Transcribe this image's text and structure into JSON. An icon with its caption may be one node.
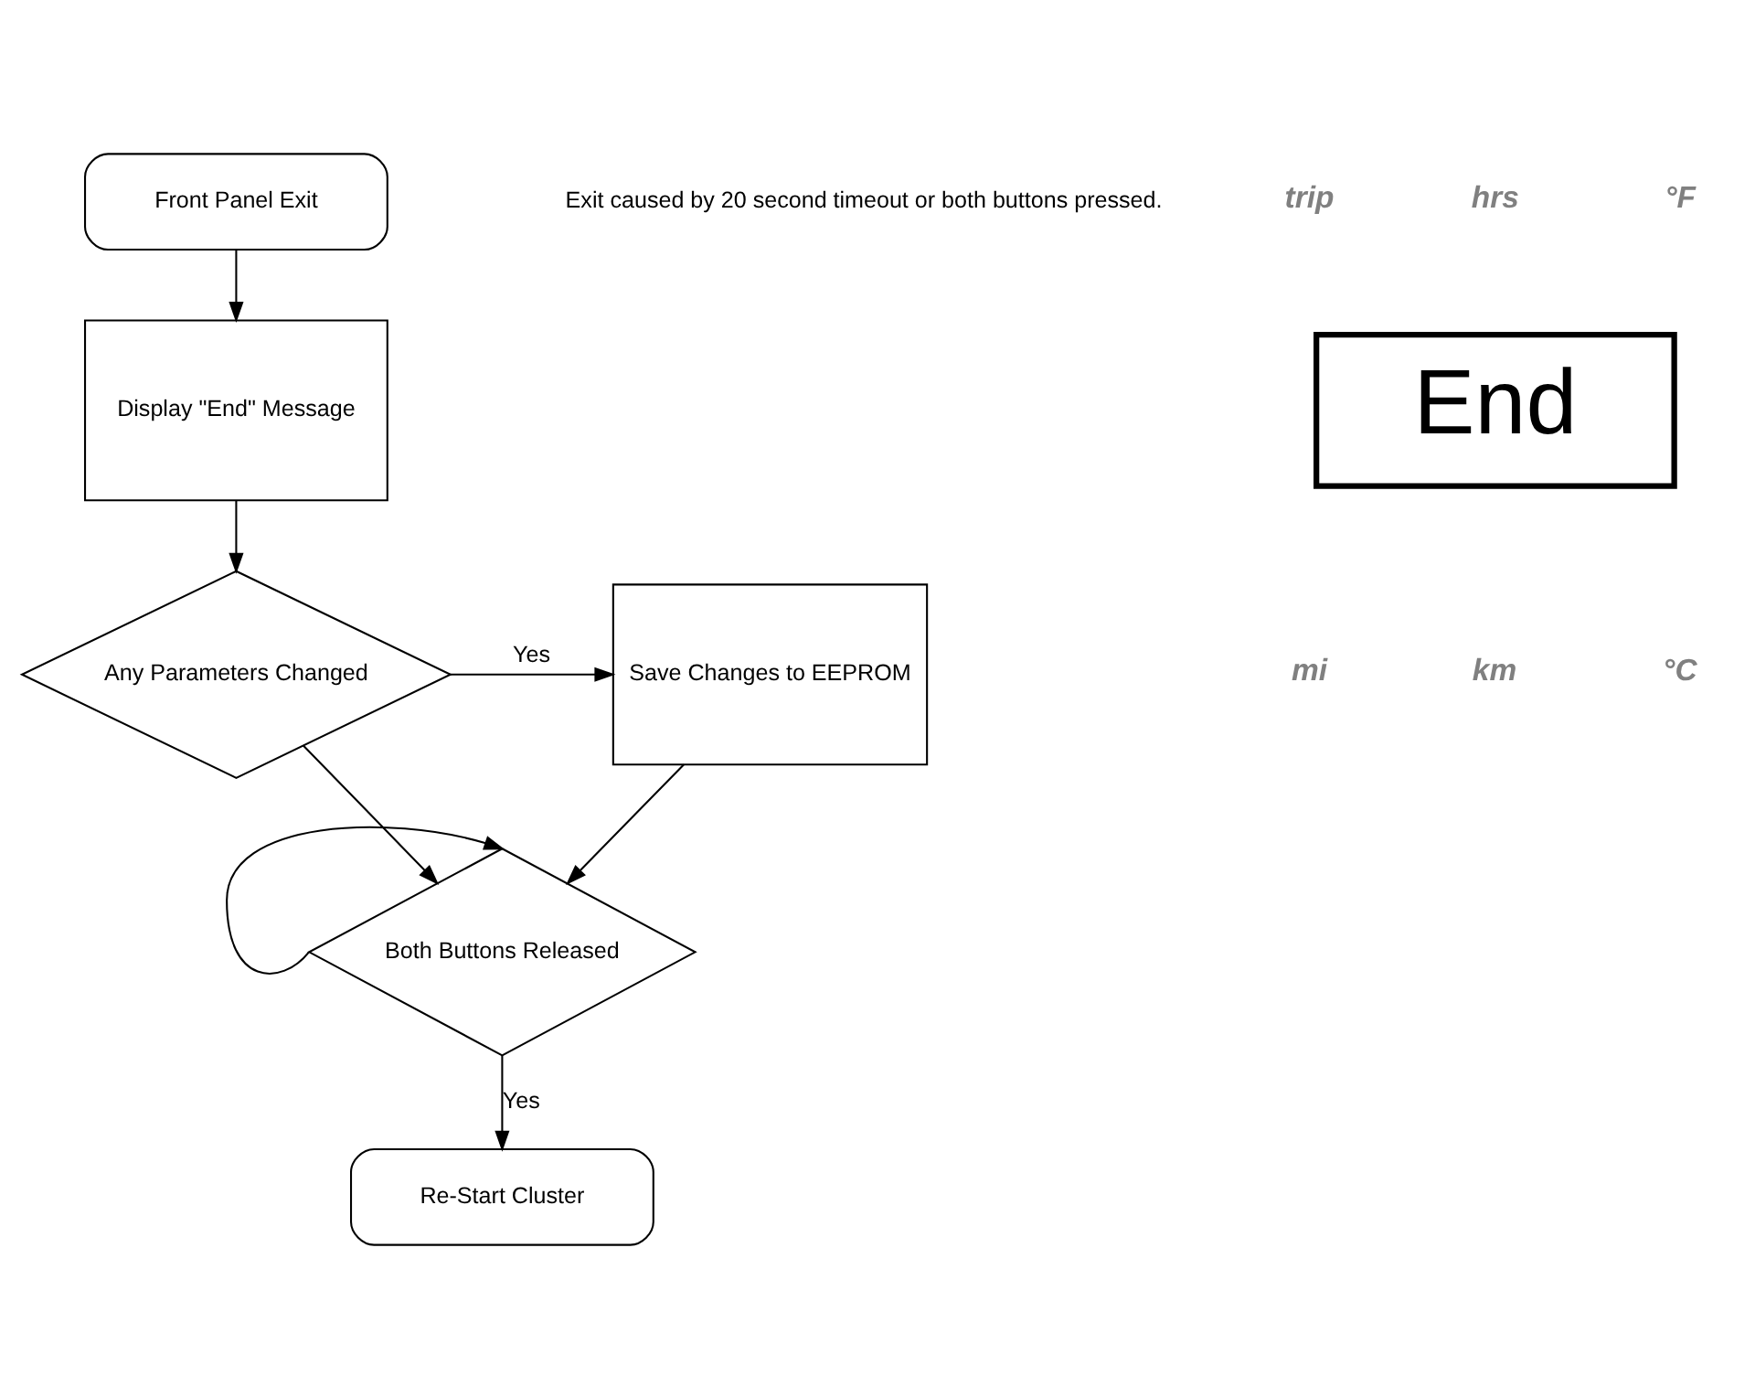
{
  "diagram": {
    "nodes": [
      {
        "text": [
          "Front Panel Exit"
        ]
      },
      {
        "text": [
          "Display \"End\" Message"
        ]
      },
      {
        "text": [
          "Any Parameters Changed"
        ]
      },
      {
        "text": [
          "Save Changes to EEPROM"
        ]
      },
      {
        "text": [
          "Both Buttons Released"
        ]
      },
      {
        "text": [
          "Re-Start Cluster"
        ]
      },
      {
        "text": [
          "End"
        ]
      }
    ],
    "edges": [
      {
        "from": 0,
        "to": 1,
        "arrow": "to"
      },
      {
        "from": 1,
        "to": 2,
        "arrow": "to"
      },
      {
        "from": 2,
        "to": 3,
        "arrow": "to",
        "label": "Yes"
      },
      {
        "from": 2,
        "to": 4,
        "arrow": "to"
      },
      {
        "from": 3,
        "to": 4,
        "arrow": "to"
      },
      {
        "from": 4,
        "to": 4,
        "arrow": "to"
      },
      {
        "from": 4,
        "to": 5,
        "arrow": "to",
        "label": "Yes"
      }
    ],
    "labels": [
      "Exit caused by 20 second timeout or both buttons pressed.",
      "trip",
      "hrs",
      "°F",
      "mi",
      "km",
      "°C"
    ]
  }
}
